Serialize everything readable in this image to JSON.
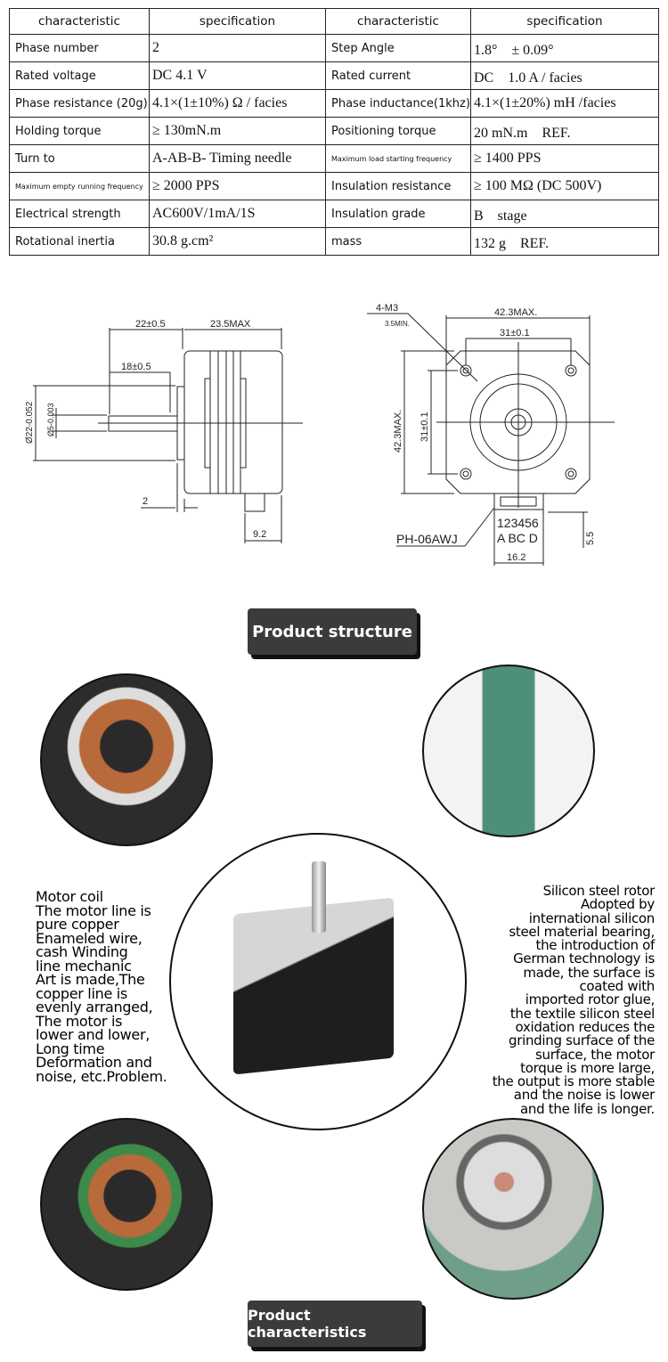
{
  "spec_table": {
    "headers": [
      "characteristic",
      "specification",
      "characteristic",
      "specification"
    ],
    "rows": [
      [
        "Phase number",
        "2",
        "Step Angle",
        "1.8°　± 0.09°"
      ],
      [
        "Rated voltage",
        "DC 4.1 V",
        "Rated current",
        "DC　1.0 A / facies"
      ],
      [
        "Phase resistance (20g)",
        "4.1×(1±10%) Ω / facies",
        "Phase inductance(1khz)",
        "4.1×(1±20%)  mH /facies"
      ],
      [
        "Holding torque",
        "≥ 130mN.m",
        "Positioning torque",
        "20 mN.m　REF."
      ],
      [
        "Turn to",
        "A-AB-B- Timing needle",
        "Maximum load starting frequency",
        "≥ 1400 PPS"
      ],
      [
        "Maximum empty running frequency",
        "≥ 2000 PPS",
        "Insulation resistance",
        "≥ 100 MΩ (DC 500V)"
      ],
      [
        "Electrical strength",
        "AC600V/1mA/1S",
        "Insulation grade",
        "B　stage"
      ],
      [
        "Rotational inertia",
        "30.8 g.cm²",
        "mass",
        "132 g　REF."
      ]
    ]
  },
  "side_view": {
    "dim_shaft": "22±0.5",
    "dim_body": "23.5MAX",
    "dim_shaft_inner": "18±0.5",
    "dim_boss": "Ø22-0.052",
    "dim_shaft_dia": "Ø5-0.003",
    "dim_2": "2",
    "dim_connector": "9.2"
  },
  "front_view": {
    "screw": "4-M3",
    "screw_depth": "3.5MIN.",
    "width": "42.3MAX.",
    "hole_spacing": "31±0.1",
    "height": "42.3MAX.",
    "hole_spacing_v": "31±0.1",
    "pins": "123456",
    "phases": "A BC D",
    "connector": "PH-06AWJ",
    "conn_width": "16.2",
    "conn_height": "5.5"
  },
  "buttons": {
    "structure": "Product structure",
    "characteristics": "Product characteristics"
  },
  "left_text": [
    "Motor coil",
    "The motor line is",
    "pure copper",
    "Enameled wire,",
    "cash Winding",
    "line mechanic",
    "Art is made,The",
    "copper line is",
    "evenly arranged,",
    "The motor is",
    "lower and lower,",
    "Long time",
    "Deformation and",
    "noise, etc.Problem."
  ],
  "right_text": [
    "Silicon steel rotor",
    "Adopted by",
    "international silicon",
    "steel material bearing,",
    "the introduction of",
    "German technology is",
    "made, the surface is",
    "coated with",
    "imported rotor glue,",
    "the textile silicon steel",
    "oxidation reduces the",
    "grinding surface of the",
    "surface, the motor",
    "torque is more large,",
    "the output is more stable",
    "and the noise is lower",
    "and the life is longer."
  ]
}
